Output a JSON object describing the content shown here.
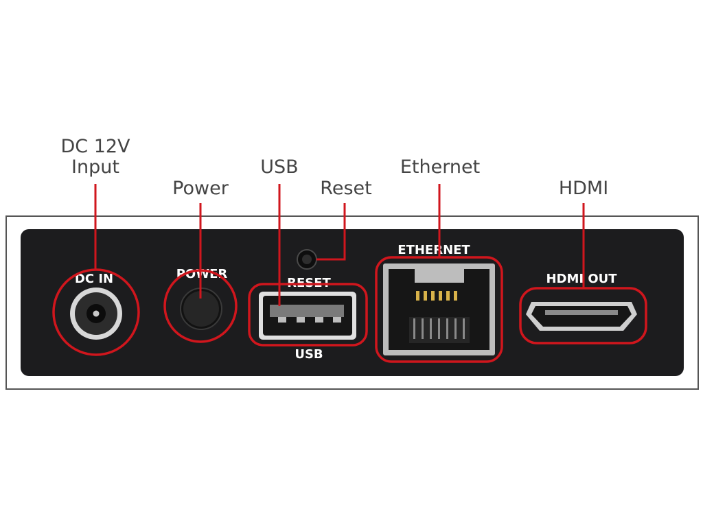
{
  "callouts": {
    "dc_input_line1": "DC 12V",
    "dc_input_line2": "Input",
    "power": "Power",
    "usb": "USB",
    "reset": "Reset",
    "ethernet": "Ethernet",
    "hdmi": "HDMI"
  },
  "panel_labels": {
    "dc_in": "DC IN",
    "power": "POWER",
    "reset": "RESET",
    "usb": "USB",
    "ethernet": "ETHERNET",
    "hdmi_out": "HDMI OUT"
  },
  "colors": {
    "callout_ring": "#d0161d",
    "panel": "#1c1c1e",
    "callout_text": "#444444"
  }
}
